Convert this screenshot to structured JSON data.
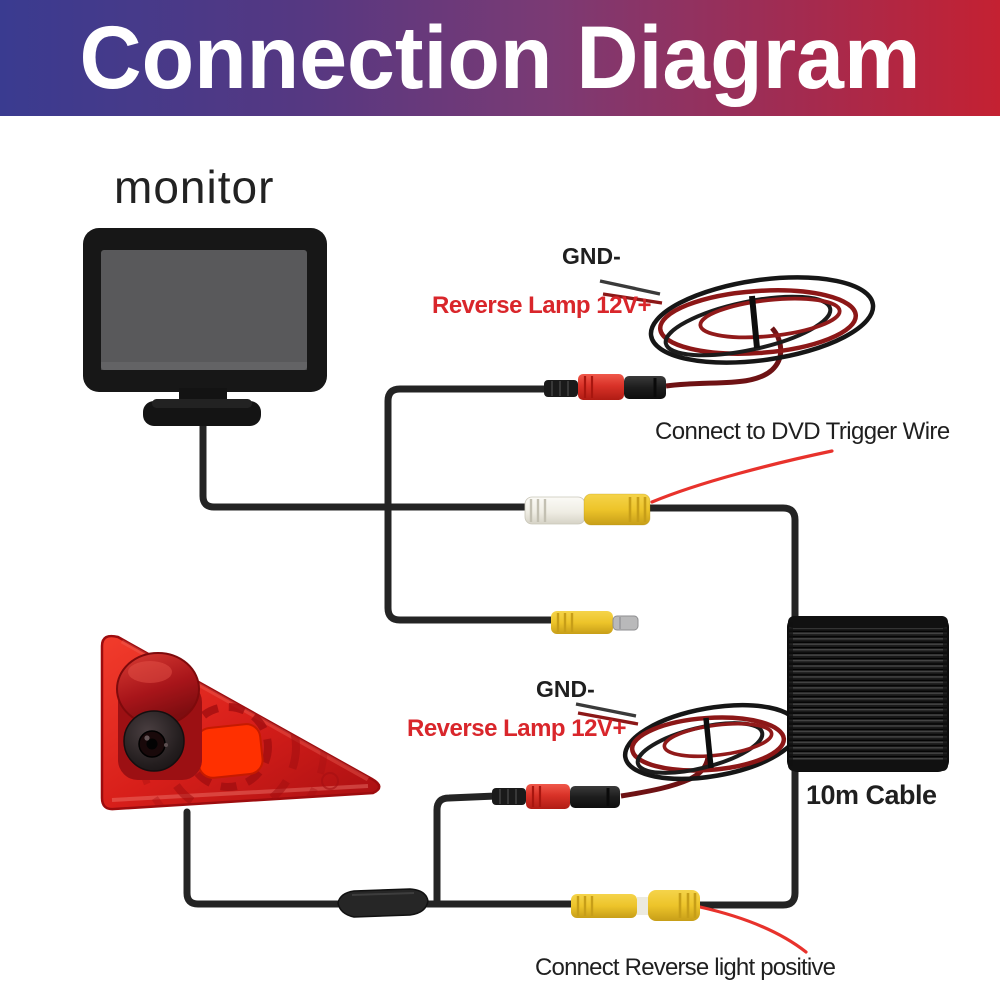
{
  "header": {
    "title": "Connection Diagram",
    "background_gradient": [
      "#3a3b90",
      "#7b3a74",
      "#c42132"
    ],
    "text_color": "#ffffff"
  },
  "labels": {
    "monitor": "monitor",
    "gnd_top": "GND-",
    "reverse_lamp_top": "Reverse Lamp 12V+",
    "dvd_trigger": "Connect to DVD Trigger Wire",
    "gnd_bottom": "GND-",
    "reverse_lamp_bottom": "Reverse Lamp 12V+",
    "cable_length": "10m Cable",
    "reverse_light_positive": "Connect Reverse light positive"
  },
  "label_colors": {
    "default": "#1f1f1f",
    "reverse_lamp_red": "#d9262b"
  },
  "parts": {
    "monitor_illustration": "tft-monitor-with-stand",
    "camera_illustration": "brake-light-rear-view-camera",
    "cable_coil": "coiled-10m-video-cable",
    "video_connector_pair_mid": "white-rca-to-yellow-rca",
    "spare_video_connector": "yellow-rca-male-plug",
    "video_connector_pair_bottom": "yellow-rca-male-to-female",
    "power_connector_top": "red-black-dc-barrel-pair",
    "power_connector_bottom": "red-black-dc-barrel-pair",
    "inline_module": "black-inline-splitter",
    "twisted_power_leads": "red-black-twisted-wire-bundle"
  },
  "colors": {
    "wire_black": "#242424",
    "trigger_wire_red": "#e8322c",
    "rca_yellow": "#edc42a",
    "rca_white": "#f0eee6",
    "dc_red": "#d93228",
    "dc_black": "#1d1d1d",
    "camera_body_red": "#d81f1a",
    "camera_glow_orange": "#ff3000",
    "monitor_screen_gray": "#59595b"
  }
}
